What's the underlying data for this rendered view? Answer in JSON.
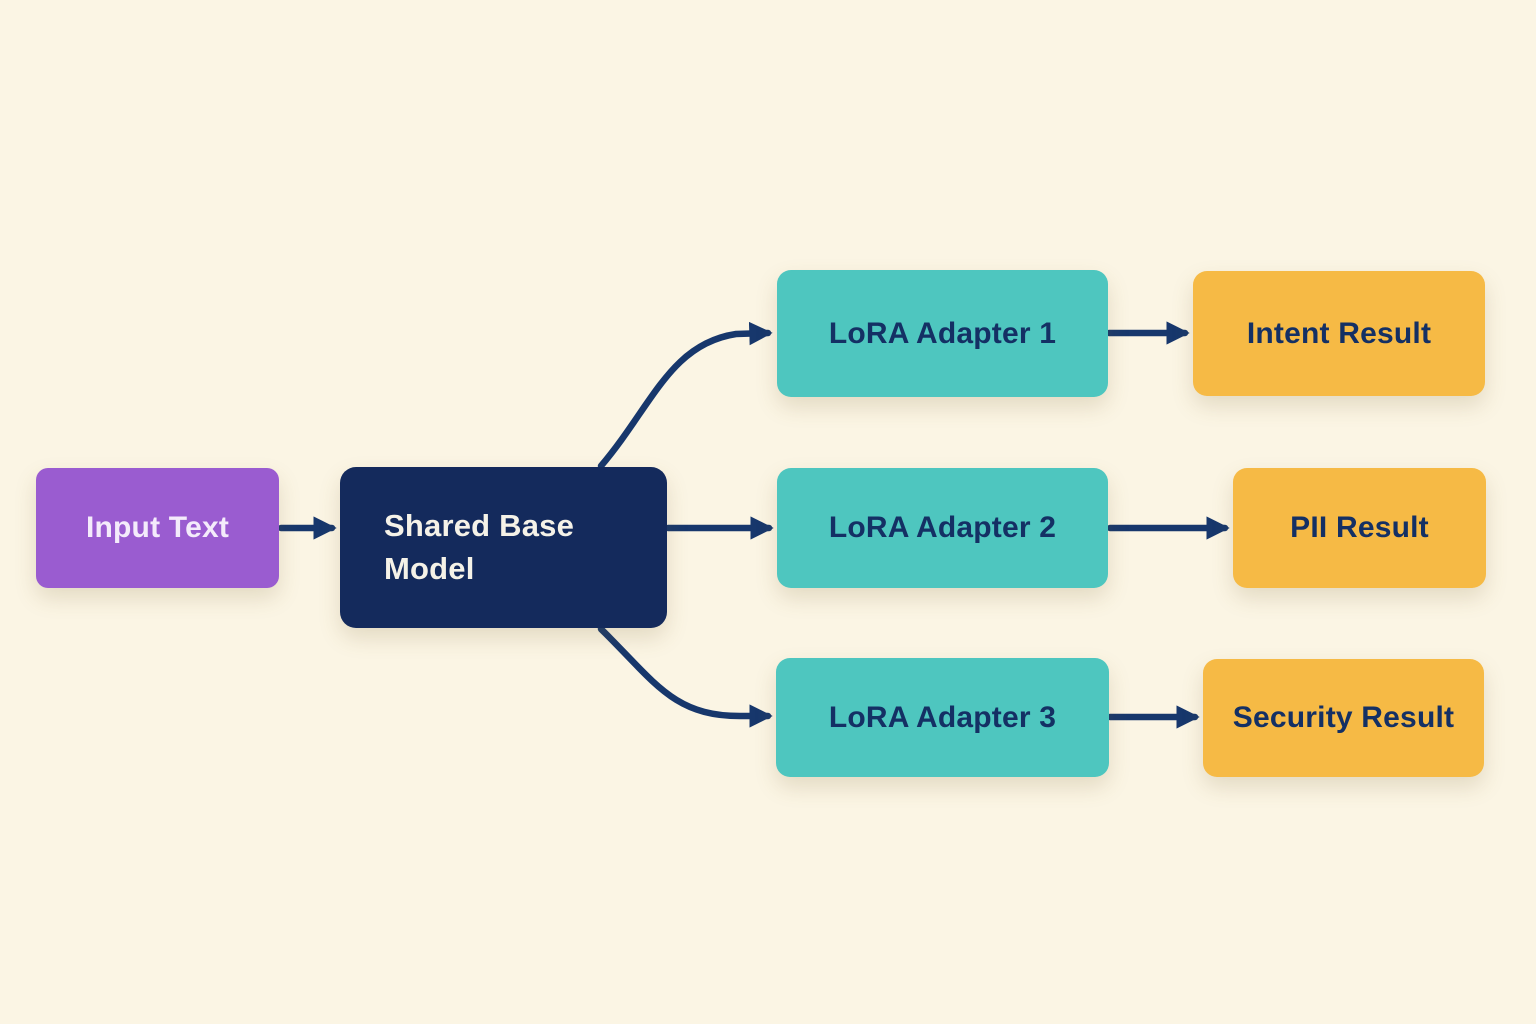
{
  "diagram": {
    "background": "#FBF5E4",
    "arrow_color": "#17376C",
    "nodes": {
      "input_text": {
        "label": "Input Text",
        "fill": "#9A5CD0",
        "text_color": "#F4EBFB"
      },
      "shared_base_model": {
        "label": "Shared Base Model",
        "fill": "#142A5C",
        "text_color": "#F5F2E8"
      },
      "lora_adapter_1": {
        "label": "LoRA Adapter 1",
        "fill": "#4EC6BF",
        "text_color": "#143064"
      },
      "lora_adapter_2": {
        "label": "LoRA Adapter 2",
        "fill": "#4EC6BF",
        "text_color": "#143064"
      },
      "lora_adapter_3": {
        "label": "LoRA Adapter 3",
        "fill": "#4EC6BF",
        "text_color": "#143064"
      },
      "intent_result": {
        "label": "Intent Result",
        "fill": "#F6BA45",
        "text_color": "#143064"
      },
      "pii_result": {
        "label": "PII Result",
        "fill": "#F6BA45",
        "text_color": "#143064"
      },
      "security_result": {
        "label": "Security Result",
        "fill": "#F6BA45",
        "text_color": "#143064"
      }
    },
    "edges": [
      {
        "from": "input_text",
        "to": "shared_base_model"
      },
      {
        "from": "shared_base_model",
        "to": "lora_adapter_1"
      },
      {
        "from": "shared_base_model",
        "to": "lora_adapter_2"
      },
      {
        "from": "shared_base_model",
        "to": "lora_adapter_3"
      },
      {
        "from": "lora_adapter_1",
        "to": "intent_result"
      },
      {
        "from": "lora_adapter_2",
        "to": "pii_result"
      },
      {
        "from": "lora_adapter_3",
        "to": "security_result"
      }
    ]
  }
}
